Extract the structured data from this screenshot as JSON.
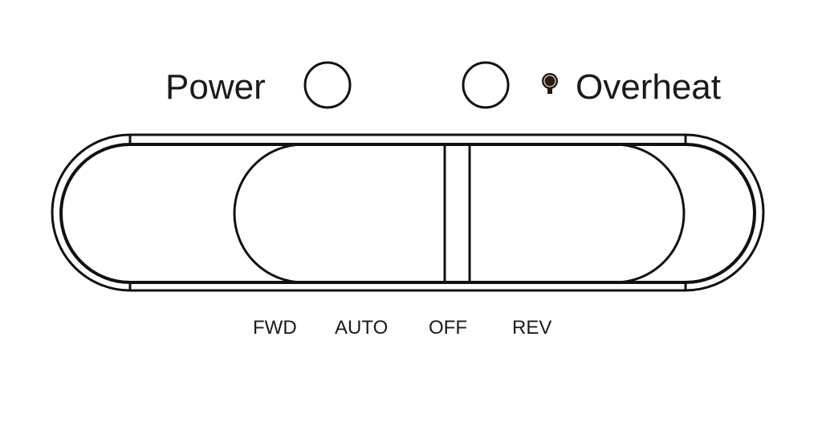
{
  "indicators": {
    "power_label": "Power",
    "overheat_label": "Overheat",
    "overheat_icon": "bulb-icon"
  },
  "switch": {
    "positions": [
      "FWD",
      "AUTO",
      "OFF",
      "REV"
    ]
  }
}
